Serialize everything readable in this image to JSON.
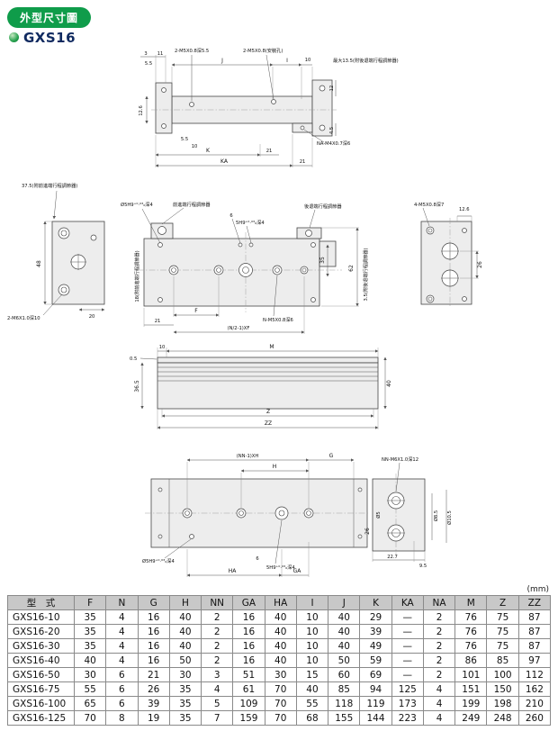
{
  "header": {
    "badge": "外型尺寸圖",
    "title": "GXS16"
  },
  "colors": {
    "badge_green": "#0f9c4a",
    "title": "#102a60",
    "table_header_bg": "#c8c8c8",
    "line": "#444444"
  },
  "drawings": {
    "side_view": {
      "dim_3": "3",
      "dim_11": "11",
      "dim_5_5_top": "5.5",
      "thread_note_1": "2-M5X0.8深5.5",
      "thread_note_2": "2-M5X0.8(安裝孔)",
      "dim_J": "J",
      "dim_I": "I",
      "dim_10_top": "10",
      "note_max": "最大13.5(附後退端行程調節器)",
      "dim_12_6": "12.6",
      "dim_12": "12",
      "dim_4_5": "4.5",
      "dim_5_5_bottom": "5.5",
      "dim_10_bottom": "10",
      "dim_K": "K",
      "dim_21_k": "21",
      "dim_KA": "KA",
      "dim_21_ka": "21",
      "thread_note_na": "NA-M4X0.7深6"
    },
    "left_end_view": {
      "note_37_5": "37.5(附前進端行程調節器)",
      "dim_48": "48",
      "thread_note": "2-M6X1.0深10",
      "dim_20": "20"
    },
    "plan_view": {
      "adjuster_front": "前進端行程調節器",
      "adjuster_rear": "後退端行程調節器",
      "hole_note": "Ø5H9⁺⁰·⁰³₀深4",
      "dim_6": "6",
      "pin_note": "5H9⁺⁰·⁰³₀深4",
      "dim_35": "35",
      "dim_62": "62",
      "note_18": "18(附前進端行程調節器)",
      "dim_F": "F",
      "thread_note": "N-M5X0.8深6",
      "dim_21": "21",
      "dim_pitch": "(N/2-1)XF",
      "note_3_5": "3.5(附後退端行程調節器)"
    },
    "right_end_view": {
      "thread_note": "4-M5X0.8深7",
      "dim_12_6": "12.6",
      "dim_26": "26"
    },
    "rail_side_view": {
      "dim_10": "10",
      "dim_M": "M",
      "dim_0_5": "0.5",
      "dim_36_5": "36.5",
      "dim_40": "40",
      "dim_Z": "Z",
      "dim_ZZ": "ZZ"
    },
    "rail_plan_view": {
      "dim_pitch": "(NN-1)XH",
      "dim_G": "G",
      "dim_H": "H",
      "thread_note": "NN-M6X1.0深12",
      "dia_5": "Ø5",
      "dim_26": "26",
      "dia_8_5": "Ø8.5",
      "dia_10_5": "Ø10.5",
      "dim_22_7": "22.7",
      "dim_9_5": "9.5",
      "hole_note": "Ø5H9⁺⁰·⁰³₀深4",
      "dim_6": "6",
      "pin_note": "5H9⁺⁰·⁰³₀深4",
      "dim_HA": "HA",
      "dim_GA": "GA"
    }
  },
  "table": {
    "unit": "(mm)",
    "headers": [
      "型　式",
      "F",
      "N",
      "G",
      "H",
      "NN",
      "GA",
      "HA",
      "I",
      "J",
      "K",
      "KA",
      "NA",
      "M",
      "Z",
      "ZZ"
    ],
    "rows": [
      [
        "GXS16-10",
        "35",
        "4",
        "16",
        "40",
        "2",
        "16",
        "40",
        "10",
        "40",
        "29",
        "—",
        "2",
        "76",
        "75",
        "87"
      ],
      [
        "GXS16-20",
        "35",
        "4",
        "16",
        "40",
        "2",
        "16",
        "40",
        "10",
        "40",
        "39",
        "—",
        "2",
        "76",
        "75",
        "87"
      ],
      [
        "GXS16-30",
        "35",
        "4",
        "16",
        "40",
        "2",
        "16",
        "40",
        "10",
        "40",
        "49",
        "—",
        "2",
        "76",
        "75",
        "87"
      ],
      [
        "GXS16-40",
        "40",
        "4",
        "16",
        "50",
        "2",
        "16",
        "40",
        "10",
        "50",
        "59",
        "—",
        "2",
        "86",
        "85",
        "97"
      ],
      [
        "GXS16-50",
        "30",
        "6",
        "21",
        "30",
        "3",
        "51",
        "30",
        "15",
        "60",
        "69",
        "—",
        "2",
        "101",
        "100",
        "112"
      ],
      [
        "GXS16-75",
        "55",
        "6",
        "26",
        "35",
        "4",
        "61",
        "70",
        "40",
        "85",
        "94",
        "125",
        "4",
        "151",
        "150",
        "162"
      ],
      [
        "GXS16-100",
        "65",
        "6",
        "39",
        "35",
        "5",
        "109",
        "70",
        "55",
        "118",
        "119",
        "173",
        "4",
        "199",
        "198",
        "210"
      ],
      [
        "GXS16-125",
        "70",
        "8",
        "19",
        "35",
        "7",
        "159",
        "70",
        "68",
        "155",
        "144",
        "223",
        "4",
        "249",
        "248",
        "260"
      ]
    ]
  }
}
